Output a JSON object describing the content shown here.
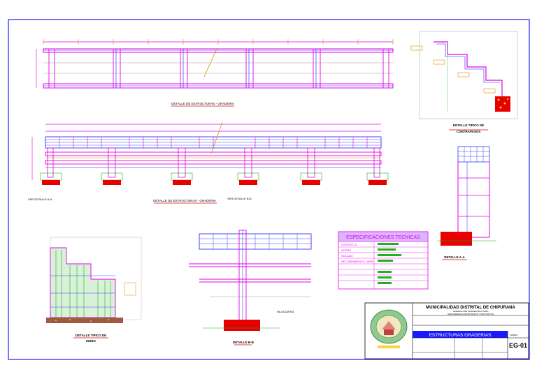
{
  "views": {
    "top_detail_title": "DETALLE DE ESTRUCTURAS - GRADERIA",
    "mid_detail_title": "DETALLE DE ESTRUCTURAS - GRADERIA",
    "ver_aa": "VER DETALLE A-A",
    "ver_bb": "VER DETALLE B-B",
    "contrapasos_title_1": "DETALLE TIPICO DE",
    "contrapasos_title_2": "CONTRAPASOS",
    "muro_title_1": "DETALLE TIPICO DE",
    "muro_title_2": "MURO",
    "detalle_bb": "DETALLE B-B",
    "detalle_aa": "DETALLE A-A",
    "zapata_note": "FALSA ZAPATA"
  },
  "specs": {
    "title": "ESPECIFICACIONES TECNICAS",
    "rows": [
      "CONCRETO",
      "ACERO",
      "SOLADO",
      "RECUBRIMIENTO LIBRE",
      "",
      "",
      "",
      ""
    ]
  },
  "title_block": {
    "entity": "MUNICIPALIDAD DISTRITAL DE CHIPURANA",
    "office_1": "GERENCIA DE INFRAESTRUCTURA",
    "office_2": "SUB GERENCIA DE ESTUDIOS Y PROYECTOS",
    "sheet_title": "ESTRUCTURAS GRADERIAS",
    "sheet_code": "EG-01",
    "lamina_label": "LAMINA"
  },
  "colors": {
    "magenta": "#e600e6",
    "red": "#e60000",
    "orange": "#e08a00",
    "green": "#1db31d",
    "blue": "#1a1aff",
    "yellow": "#d8d800",
    "frame": "#1a1aff",
    "specs_header": "#dcb4ff"
  }
}
